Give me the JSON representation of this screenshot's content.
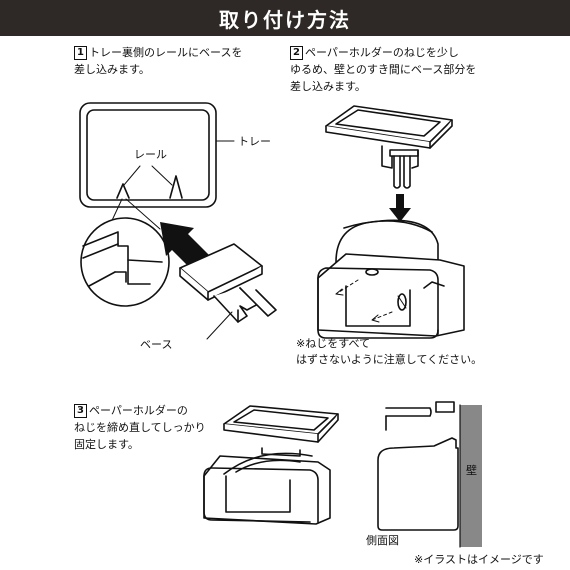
{
  "title": "取り付け方法",
  "steps": [
    {
      "number": "1",
      "line1": "トレー裏側のレールにベースを",
      "line2": "差し込みます。"
    },
    {
      "number": "2",
      "line1": "ペーパーホルダーのねじを少し",
      "line2": "ゆるめ、壁とのすき間にベース部分を",
      "line3": "差し込みます。"
    },
    {
      "number": "3",
      "line1": "ペーパーホルダーの",
      "line2": "ねじを締め直してしっかり",
      "line3": "固定します。"
    }
  ],
  "labels": {
    "rail": "レール",
    "tray": "トレー",
    "base": "ベース",
    "wall": "壁",
    "side_view": "側面図"
  },
  "notes": {
    "screw_line1": "※ねじをすべて",
    "screw_line2": "はずさないように注意してください。",
    "illustration": "※イラストはイメージです"
  }
}
